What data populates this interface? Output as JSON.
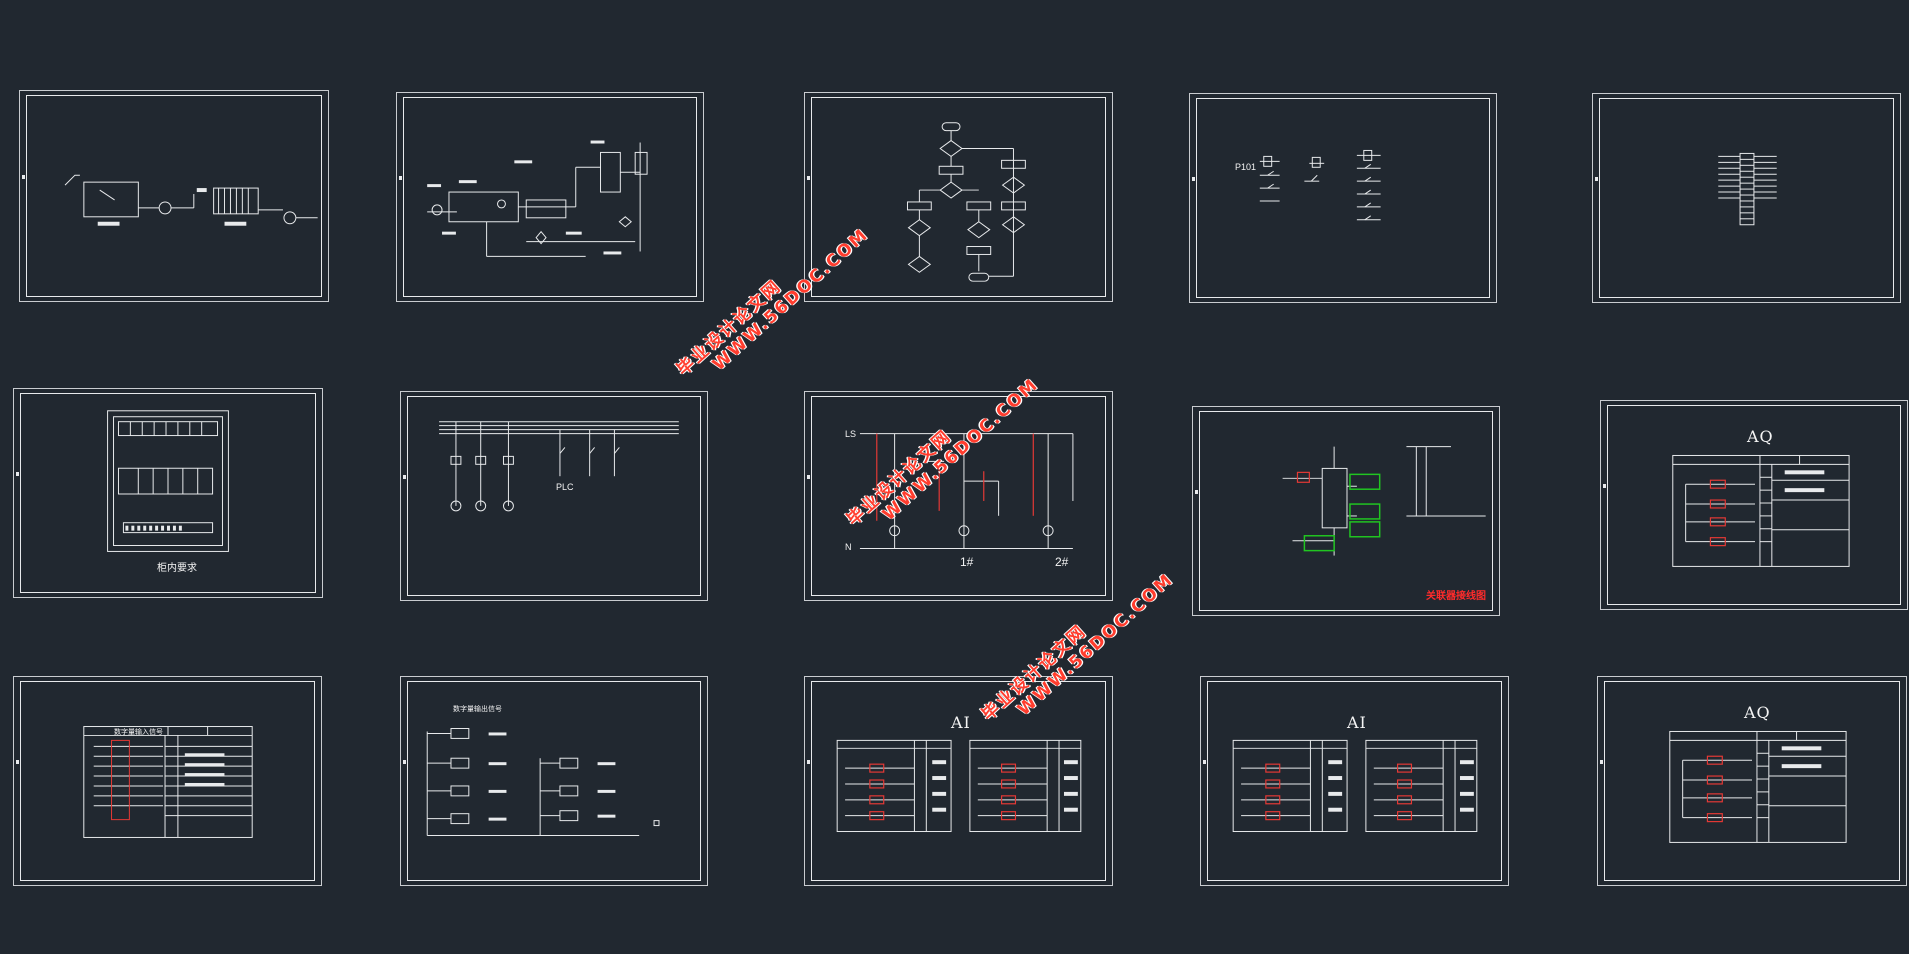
{
  "colors": {
    "background": "#212830",
    "line": "#e8eaec",
    "accent_red": "#e53935",
    "accent_green": "#21c521"
  },
  "sheets": {
    "s1": {
      "title": ""
    },
    "s4": {
      "tag": "P101"
    },
    "s6": {
      "caption": "柜内要求"
    },
    "s7": {
      "plc": "PLC"
    },
    "s8": {
      "labels": [
        "LS",
        "N",
        "1#",
        "2#"
      ]
    },
    "s9": {
      "caption": "关联器接线图"
    },
    "s10": {
      "title": "AQ"
    },
    "s11": {
      "header": "数字量输入信号"
    },
    "s12": {
      "header": "数字量输出信号"
    },
    "s13": {
      "title": "AI"
    },
    "s14": {
      "title": "AI"
    },
    "s15": {
      "title": "AQ"
    }
  },
  "watermark": {
    "line1": "毕业设计论文网",
    "line2": "WWW.56DOC.COM"
  }
}
